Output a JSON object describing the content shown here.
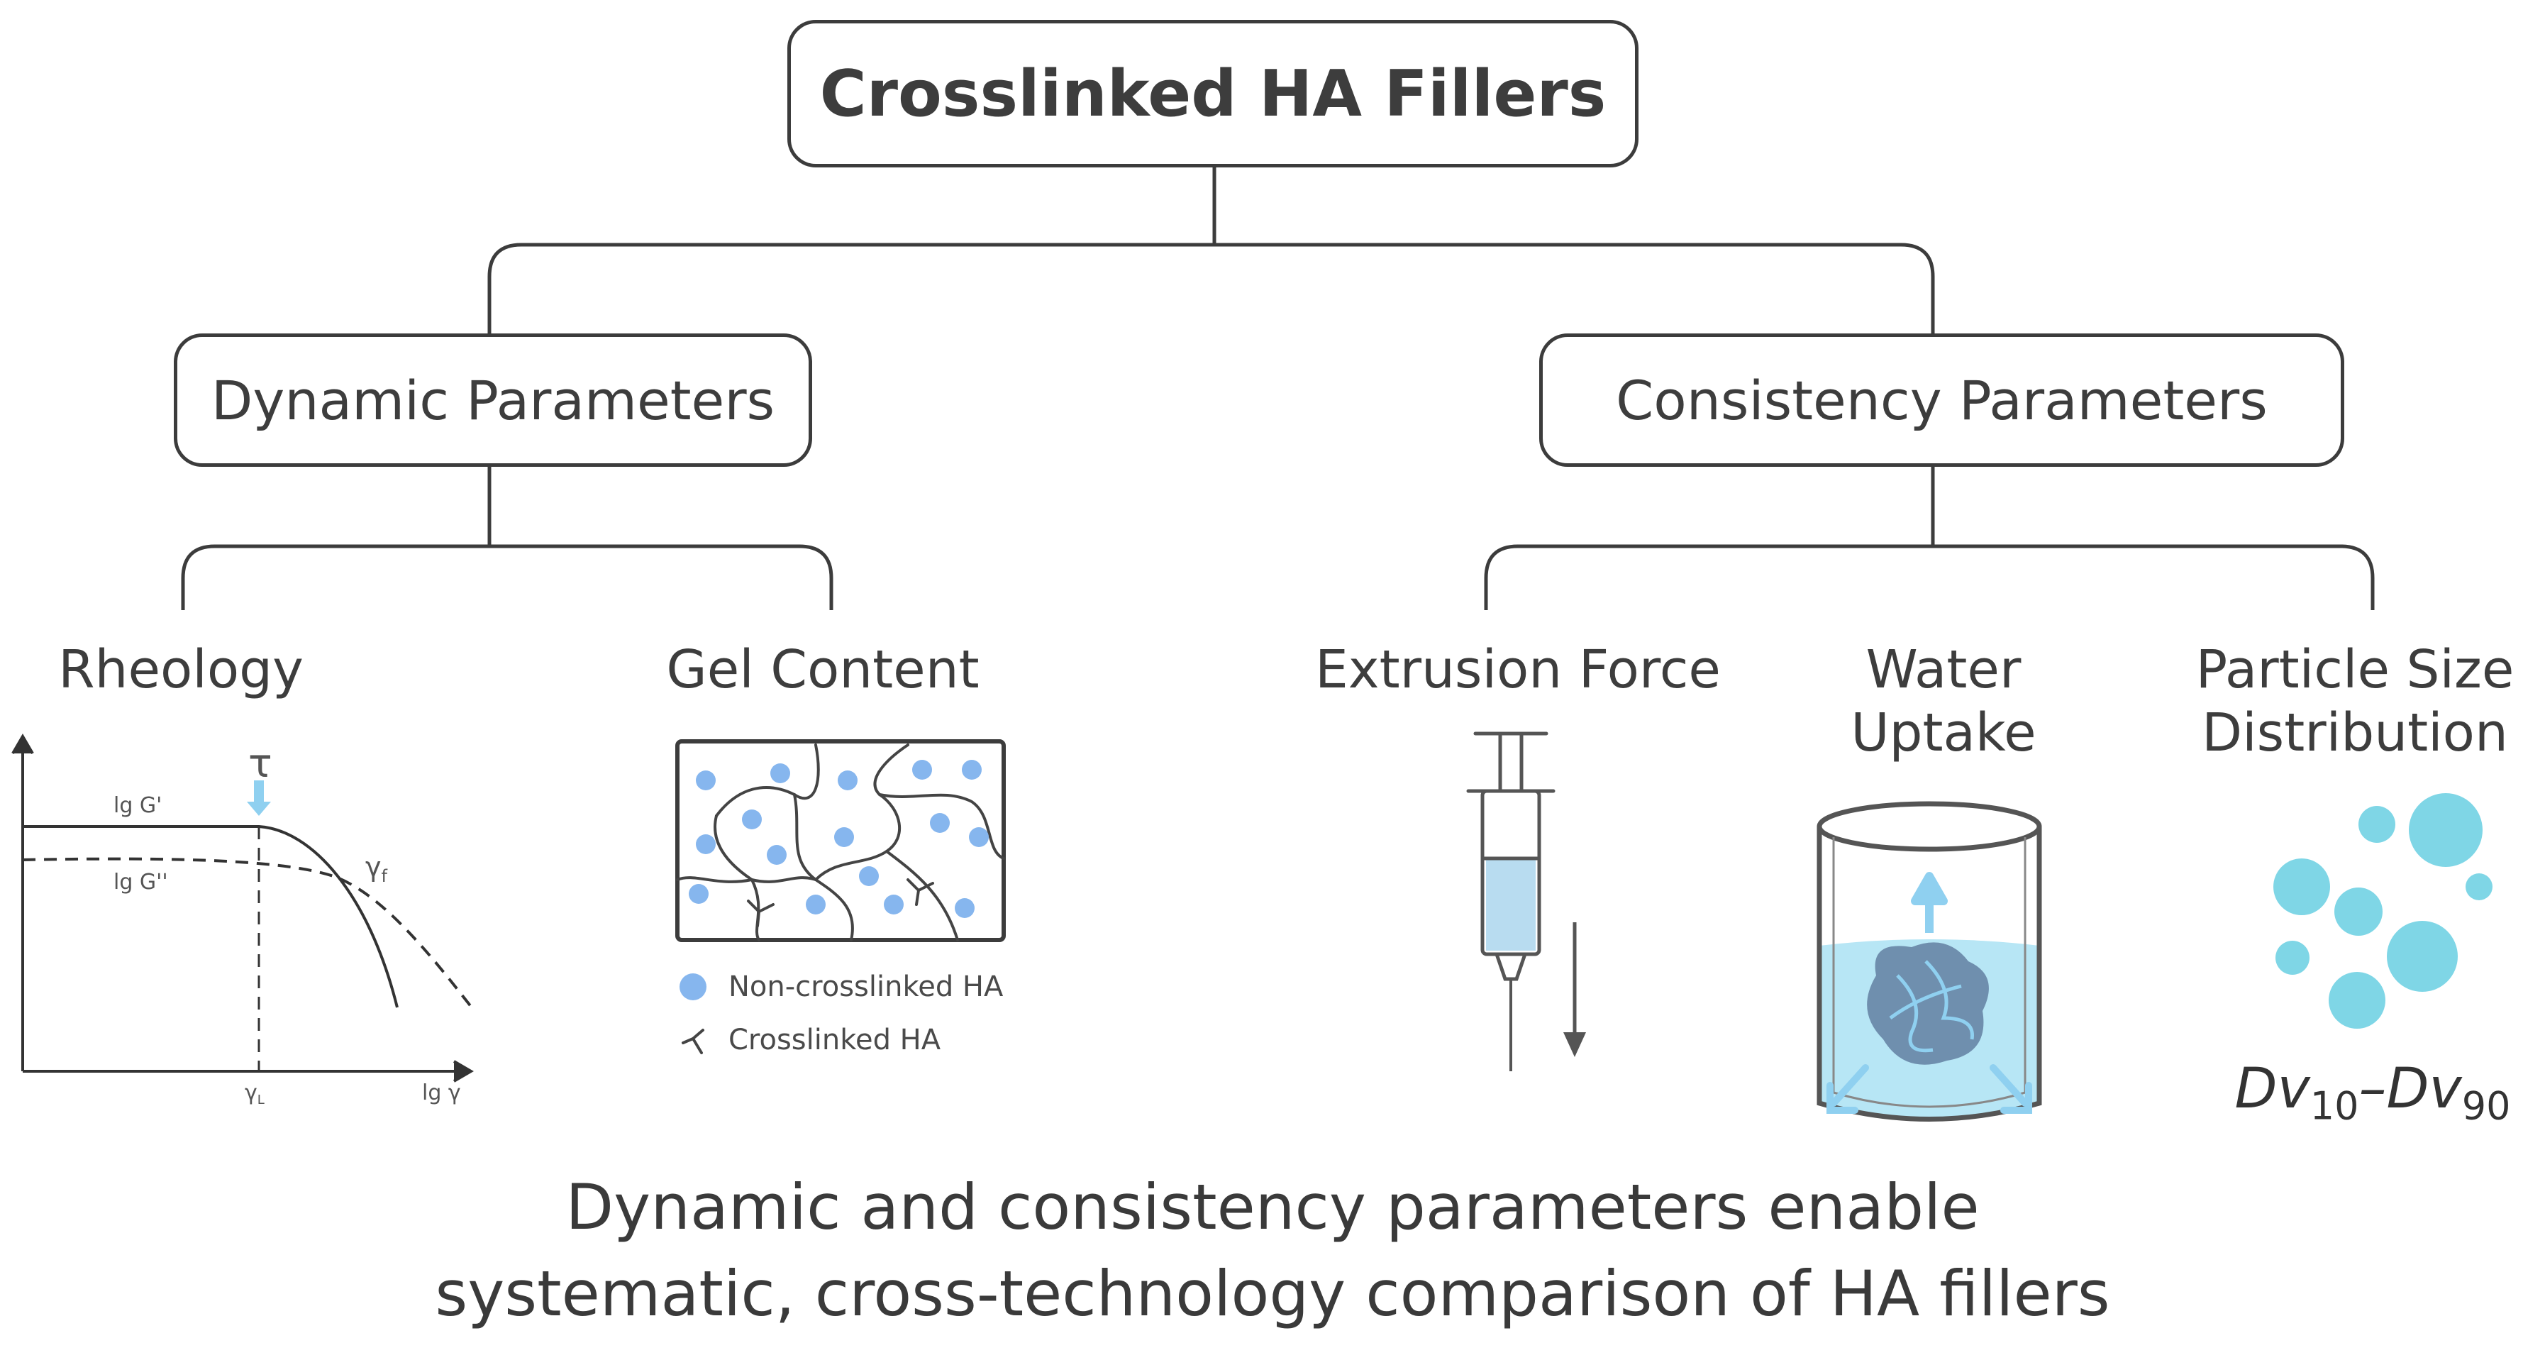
{
  "title": "Crosslinked HA Fillers",
  "branches": {
    "dynamic": {
      "label": "Dynamic Parameters",
      "items": [
        {
          "label": "Rheology"
        },
        {
          "label": "Gel Content"
        }
      ]
    },
    "consistency": {
      "label": "Consistency Parameters",
      "items": [
        {
          "label": "Extrusion Force"
        },
        {
          "label_line1": "Water",
          "label_line2": "Uptake"
        },
        {
          "label_line1": "Particle Size",
          "label_line2": "Distribution"
        }
      ]
    }
  },
  "rheology_chart": {
    "tau_label": "τ",
    "curve1_label": "lg G'",
    "curve2_label": "lg G''",
    "gamma_f_label": "γ",
    "gamma_f_sub": "f",
    "gamma_l_label": "γ",
    "gamma_l_sub": "L",
    "x_axis_label": "lg γ"
  },
  "gel_legend": {
    "non_crosslinked": "Non-crosslinked HA",
    "crosslinked": "Crosslinked HA"
  },
  "particle_formula": {
    "left": "Dv",
    "left_sub": "10",
    "dash": "–",
    "right": "Dv",
    "right_sub": "90"
  },
  "caption": {
    "line1": "Dynamic and consistency parameters enable",
    "line2": "systematic, cross-technology comparison of HA fillers"
  },
  "colors": {
    "line": "#3c3c3c",
    "blue_dot": "#86b6ee",
    "cyan": "#7fd6e6",
    "water": "#b7e6f5",
    "arrow_blue": "#8fd0f0",
    "blob": "#5f7f9f"
  }
}
